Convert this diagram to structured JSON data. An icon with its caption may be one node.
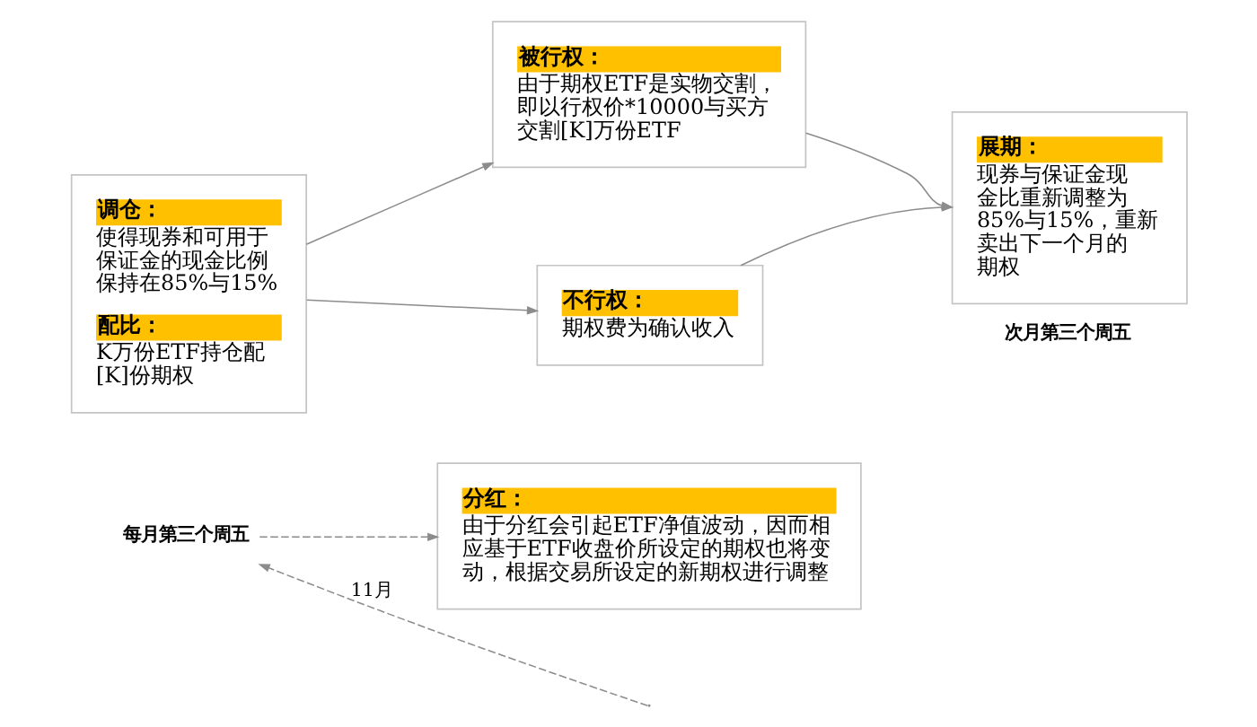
{
  "diagram": {
    "nodes": [
      {
        "text": [
          "调仓：",
          "使得现券和可用于保证金的现金比例保持在85%与15%",
          "配比：",
          "K万份ETF持仓配[K]份期权"
        ]
      },
      {
        "text": [
          "被行权：",
          "由于期权ETF是实物交割，即以行权价*10000与买方交割[K]万份ETF"
        ]
      },
      {
        "text": [
          "不行权：",
          "期权费为确认收入"
        ]
      },
      {
        "text": [
          "展期：",
          "现券与保证金现金比重新调整为85%与15%，重新卖出下一个月的期权"
        ],
        "beside": [
          "次月第三个周五"
        ]
      },
      {
        "text": [
          "每月第三个周五"
        ]
      },
      {
        "text": [
          "分红：",
          "由于分红会引起ETF净值波动，因而相应基于ETF收盘价所设定的期权也将变动，根据交易所设定的新期权进行调整"
        ]
      }
    ],
    "edges": [
      {
        "from": 0,
        "to": 1,
        "arrow": "to"
      },
      {
        "from": 0,
        "to": 2,
        "arrow": "to"
      },
      {
        "from": 1,
        "to": 3,
        "arrow": "to"
      },
      {
        "from": 2,
        "to": 3,
        "arrow": "to"
      },
      {
        "from": 4,
        "to": 5,
        "arrow": "to",
        "style": "dashed"
      },
      {
        "from": null,
        "to": 4,
        "arrow": "to",
        "style": "dashed",
        "label": "11月"
      }
    ]
  }
}
